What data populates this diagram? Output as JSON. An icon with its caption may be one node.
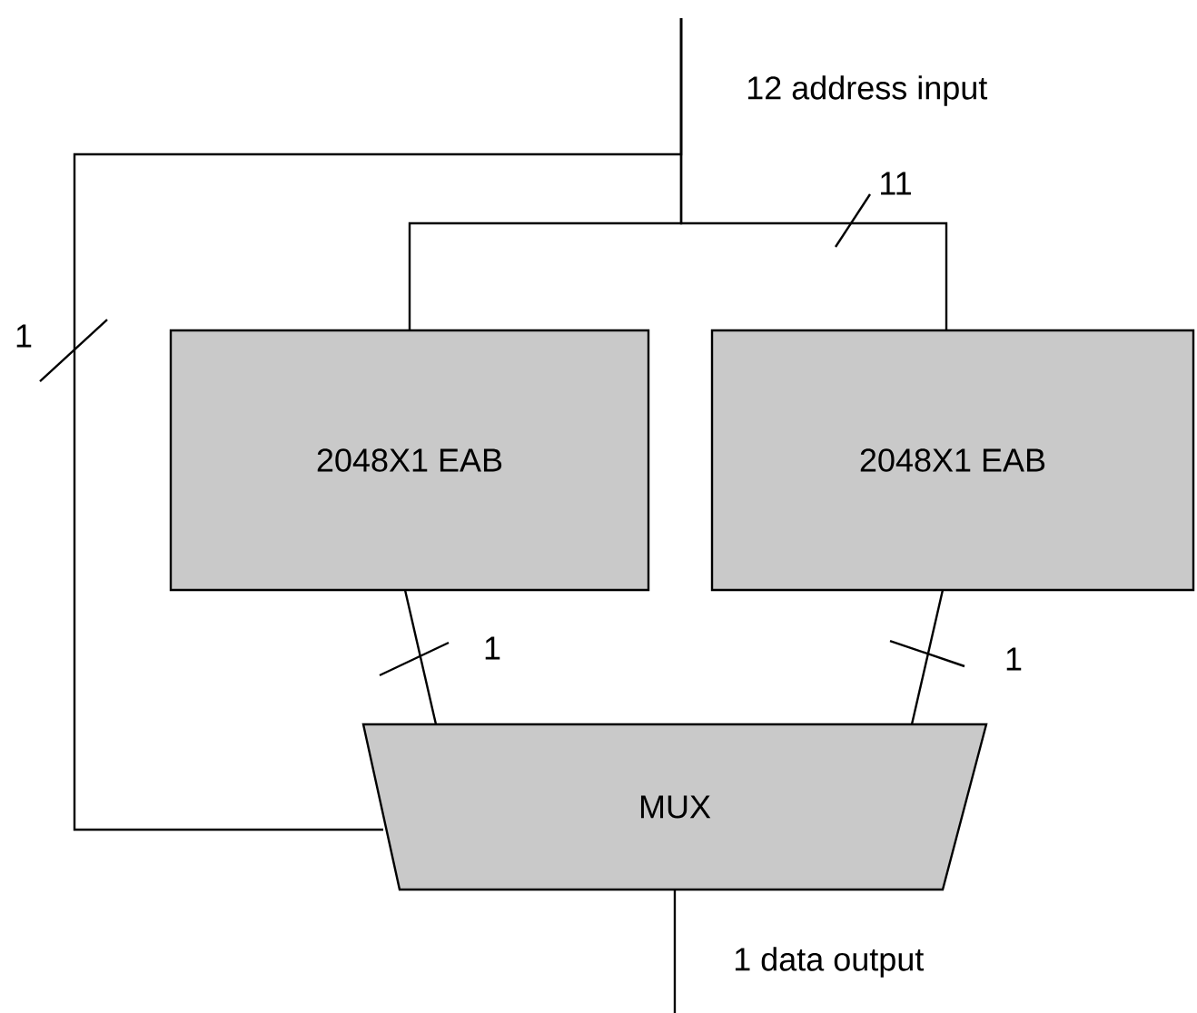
{
  "diagram": {
    "nodes": [
      {
        "text": [
          "2048X1 EAB"
        ]
      },
      {
        "text": [
          "2048X1 EAB"
        ]
      },
      {
        "text": [
          "MUX"
        ]
      }
    ],
    "edges": [
      {
        "from": null,
        "to": 0,
        "arrow": "none"
      },
      {
        "from": null,
        "to": 1,
        "arrow": "none",
        "label": "11"
      },
      {
        "from": null,
        "to": 2,
        "arrow": "none",
        "label": "1"
      },
      {
        "from": 0,
        "to": 2,
        "arrow": "none",
        "label": "1"
      },
      {
        "from": 1,
        "to": 2,
        "arrow": "none",
        "label": "1"
      },
      {
        "from": 2,
        "to": null,
        "arrow": "none"
      }
    ],
    "labels": [
      "12 address input",
      "1 data output"
    ]
  }
}
